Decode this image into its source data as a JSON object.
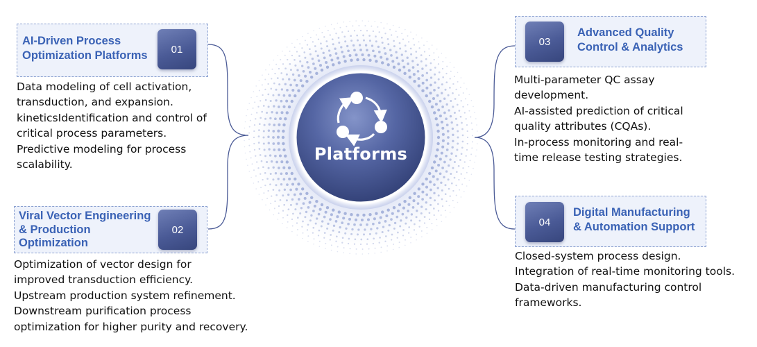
{
  "hub": {
    "label": "Platforms",
    "icon": "cycle-arrows-icon",
    "colors": {
      "core": "#3f4f8e",
      "core_light": "#7b8bc2",
      "halo": "#c9d2ee",
      "dots": "#9aa8d6"
    }
  },
  "colors": {
    "title": "#3a62b5",
    "card_bg": "#eef2fb",
    "card_border": "#8aa0d0",
    "connector": "#4a5a96"
  },
  "platforms": [
    {
      "number": "01",
      "title": "AI-Driven Process\nOptimization Platforms",
      "lines": [
        "Data modeling of cell activation,",
        "transduction, and expansion.",
        "kineticsIdentification and control of",
        "critical process parameters.",
        "Predictive modeling for process",
        "scalability."
      ]
    },
    {
      "number": "02",
      "title": "Viral Vector Engineering\n& Production\nOptimization",
      "lines": [
        "Optimization of vector design for",
        "improved transduction efficiency.",
        "Upstream production system refinement.",
        "Downstream purification process",
        "optimization for higher purity and recovery."
      ]
    },
    {
      "number": "03",
      "title": "Advanced Quality\nControl & Analytics",
      "lines": [
        "Multi-parameter QC assay",
        "development.",
        "AI-assisted prediction of critical",
        "quality attributes (CQAs).",
        "In-process monitoring and real-",
        "time release testing strategies."
      ]
    },
    {
      "number": "04",
      "title": "Digital Manufacturing\n& Automation Support",
      "lines": [
        "Closed-system process design.",
        "Integration of real-time monitoring tools.",
        "Data-driven manufacturing control",
        "frameworks."
      ]
    }
  ]
}
